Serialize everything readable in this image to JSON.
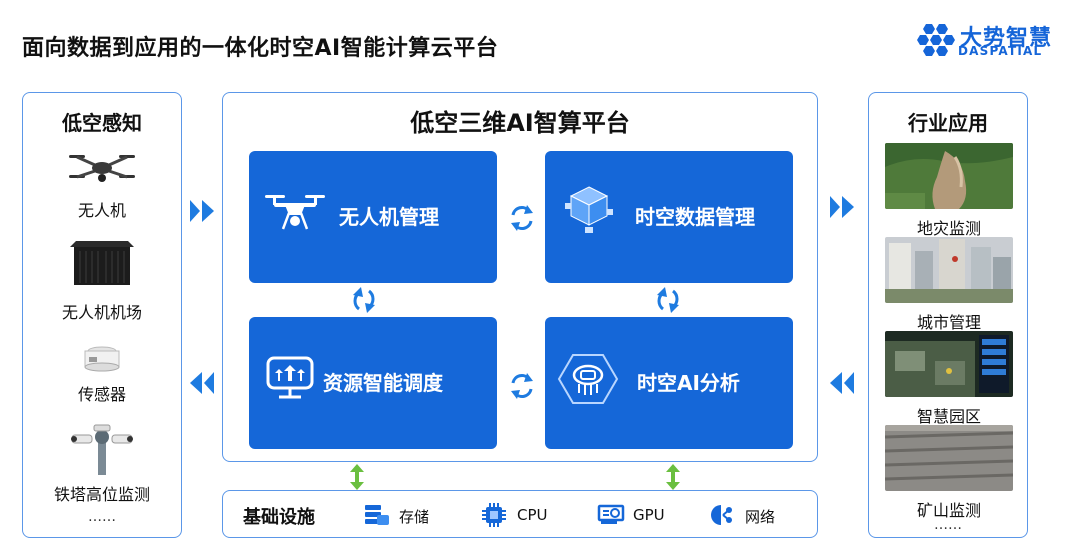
{
  "header": {
    "title": "面向数据到应用的一体化时空AI智能计算云平台",
    "brand_cn": "大势智慧",
    "brand_en": "DASPATIAL"
  },
  "left": {
    "title": "低空感知",
    "items": [
      "无人机",
      "无人机机场",
      "传感器",
      "铁塔高位监测"
    ],
    "more": "……"
  },
  "center": {
    "title": "低空三维AI智算平台",
    "cards": [
      "无人机管理",
      "时空数据管理",
      "资源智能调度",
      "时空AI分析"
    ]
  },
  "right": {
    "title": "行业应用",
    "items": [
      "地灾监测",
      "城市管理",
      "智慧园区",
      "矿山监测"
    ],
    "more": "……"
  },
  "infra": {
    "title": "基础设施",
    "items": [
      "存储",
      "CPU",
      "GPU",
      "网络"
    ]
  },
  "colors": {
    "accent": "#1567d8",
    "border": "#5b97e8",
    "chevron": "#1e7be0",
    "infra_arrow": "#6abf3f"
  }
}
